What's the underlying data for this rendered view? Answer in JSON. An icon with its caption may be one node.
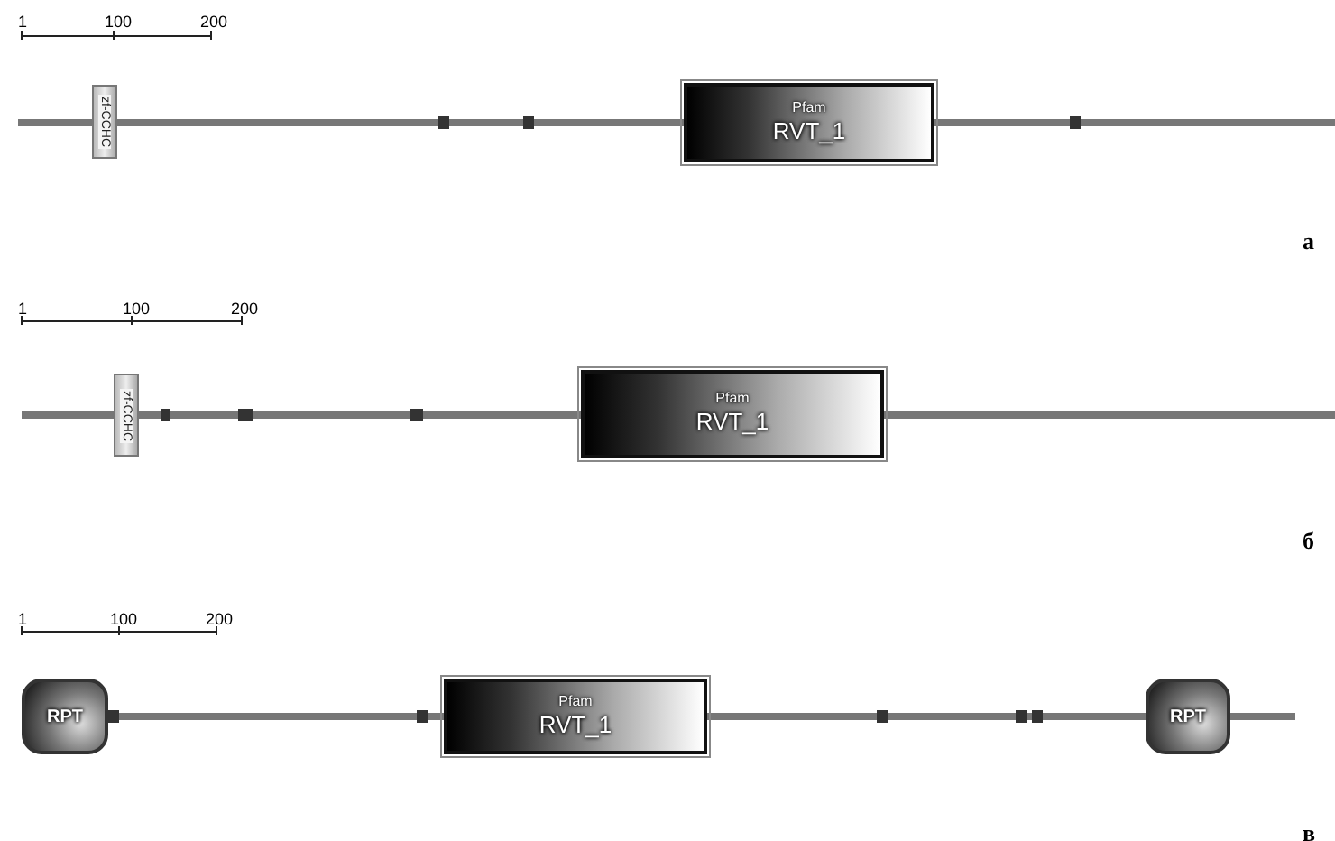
{
  "diagram": {
    "nodes": [
      {
        "text": [
          "zf-CCHC"
        ]
      },
      {
        "text": [
          "Pfam",
          "RVT_1"
        ]
      },
      {
        "text": [
          "zf-CCHC"
        ]
      },
      {
        "text": [
          "Pfam",
          "RVT_1"
        ]
      },
      {
        "text": [
          "RPT"
        ]
      },
      {
        "text": [
          "Pfam",
          "RVT_1"
        ]
      },
      {
        "text": [
          "RPT"
        ]
      }
    ],
    "labels": [
      "1",
      "100",
      "200",
      "а",
      "1",
      "100",
      "200",
      "б",
      "1",
      "100",
      "200",
      "в"
    ]
  }
}
